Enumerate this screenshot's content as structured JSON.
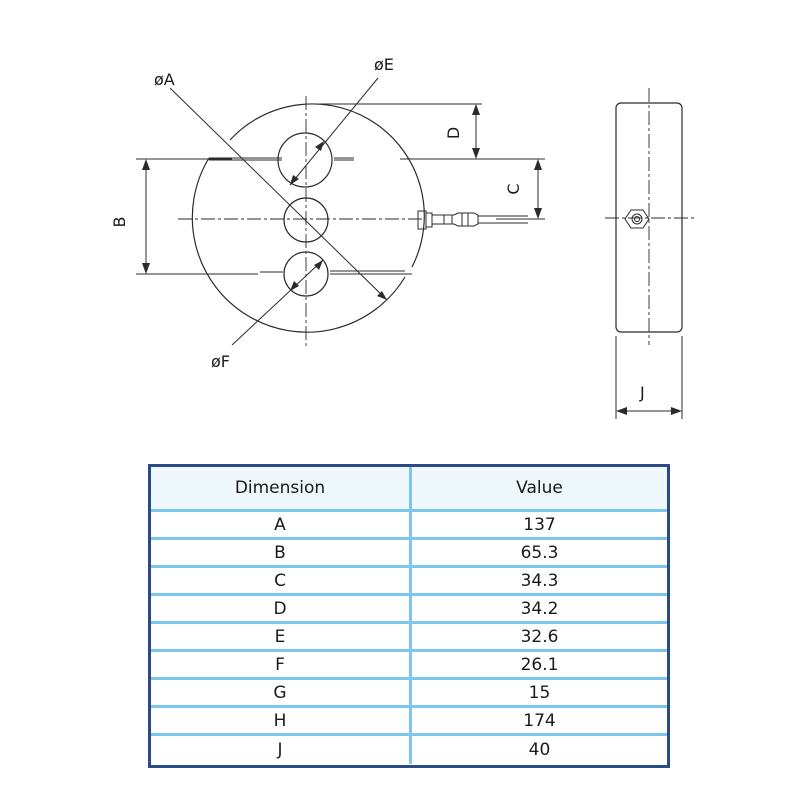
{
  "drawing": {
    "labels": {
      "A": "øA",
      "E": "øE",
      "F": "øF",
      "B": "B",
      "C": "C",
      "D": "D",
      "J": "J"
    }
  },
  "table": {
    "headers": [
      "Dimension",
      "Value"
    ],
    "rows": [
      {
        "dimension": "A",
        "value": "137"
      },
      {
        "dimension": "B",
        "value": "65.3"
      },
      {
        "dimension": "C",
        "value": "34.3"
      },
      {
        "dimension": "D",
        "value": "34.2"
      },
      {
        "dimension": "E",
        "value": "32.6"
      },
      {
        "dimension": "F",
        "value": "26.1"
      },
      {
        "dimension": "G",
        "value": "15"
      },
      {
        "dimension": "H",
        "value": "174"
      },
      {
        "dimension": "J",
        "value": "40"
      }
    ],
    "colors": {
      "border": "#2a4a88",
      "grid": "#7cc7ee",
      "header_background": "#eef7fc"
    }
  }
}
